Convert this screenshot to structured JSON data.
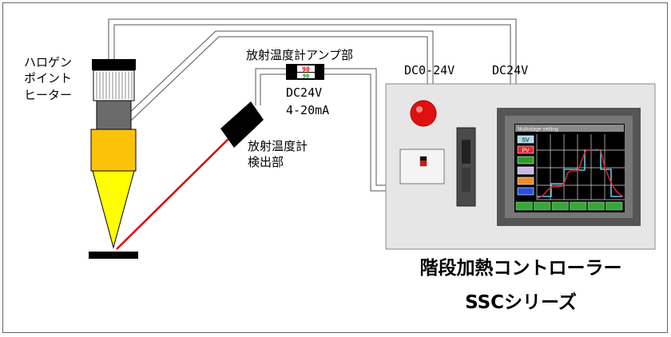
{
  "labels": {
    "heater_line1": "ハロゲン",
    "heater_line2": "ポイント",
    "heater_line3": "ヒーター",
    "amp": "放射温度計アンプ部",
    "amp_display_top": "90",
    "amp_display_bottom": "90",
    "amp_voltage": "DC24V",
    "amp_current": "4-20mA",
    "detector_line1": "放射温度計",
    "detector_line2": "検出部",
    "dc0_24v": "DC0-24V",
    "dc24v": "DC24V"
  },
  "screen": {
    "title": "Multistage setting",
    "legend": [
      "SV",
      "PV",
      "",
      "",
      "",
      ""
    ],
    "legend_colors": [
      "#a8d8ea",
      "#e0282e",
      "#2e9a2e",
      "#c9b8e8",
      "#f08a24",
      "#2b4fd8"
    ]
  },
  "product": {
    "title_line1": "階段加熱コントローラー",
    "title_line2": "SSCシリーズ"
  },
  "colors": {
    "heater_body": "#fcc20a",
    "heater_cone": "#ffff00",
    "laser": "#e00000",
    "panel": "#e6e6e6",
    "sv_line": "#5ec8e8",
    "pv_line": "#e0202a",
    "screen_bg": "#000000",
    "screen_buttons": "#36a836"
  }
}
